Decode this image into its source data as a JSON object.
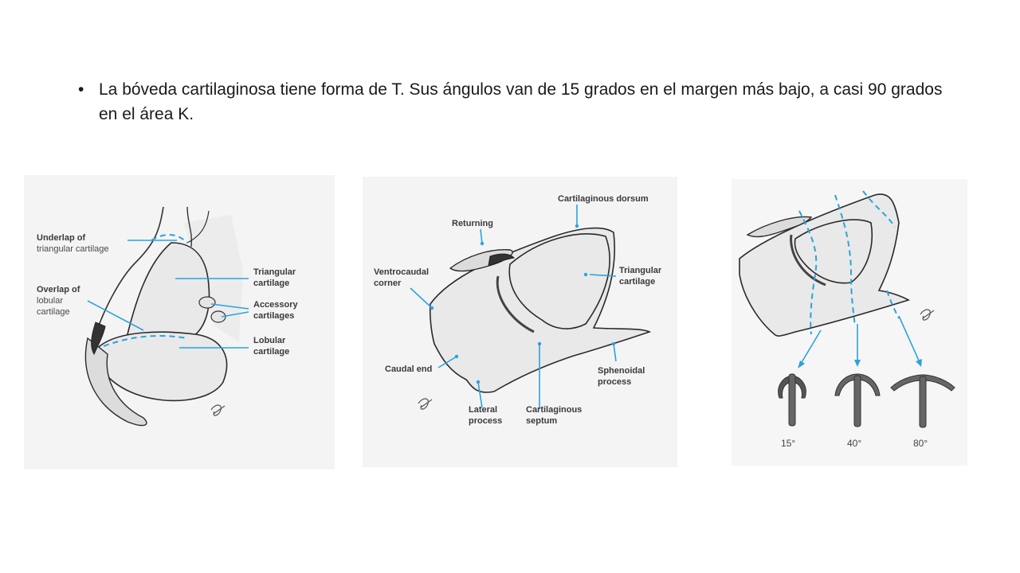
{
  "slide": {
    "bullet": "•",
    "text": "La bóveda cartilaginosa tiene forma de T. Sus ángulos van de 15 grados en el margen más bajo, a casi 90 grados en el área K."
  },
  "figure1": {
    "labels": {
      "underlap_1": "Underlap of",
      "underlap_2": "triangular cartilage",
      "overlap_1": "Overlap of",
      "overlap_2": "lobular",
      "overlap_3": "cartilage",
      "triangular_1": "Triangular",
      "triangular_2": "cartilage",
      "accessory_1": "Accessory",
      "accessory_2": "cartilages",
      "lobular_1": "Lobular",
      "lobular_2": "cartilage"
    }
  },
  "figure2": {
    "labels": {
      "dorsum": "Cartilaginous dorsum",
      "returning": "Returning",
      "ventro_1": "Ventrocaudal",
      "ventro_2": "corner",
      "triangular_1": "Triangular",
      "triangular_2": "cartilage",
      "caudal": "Caudal end",
      "sphenoidal_1": "Sphenoidal",
      "sphenoidal_2": "process",
      "lateral_1": "Lateral",
      "lateral_2": "process",
      "septum_1": "Cartilaginous",
      "septum_2": "septum"
    }
  },
  "figure3": {
    "angles": [
      "15°",
      "40°",
      "80°"
    ]
  }
}
